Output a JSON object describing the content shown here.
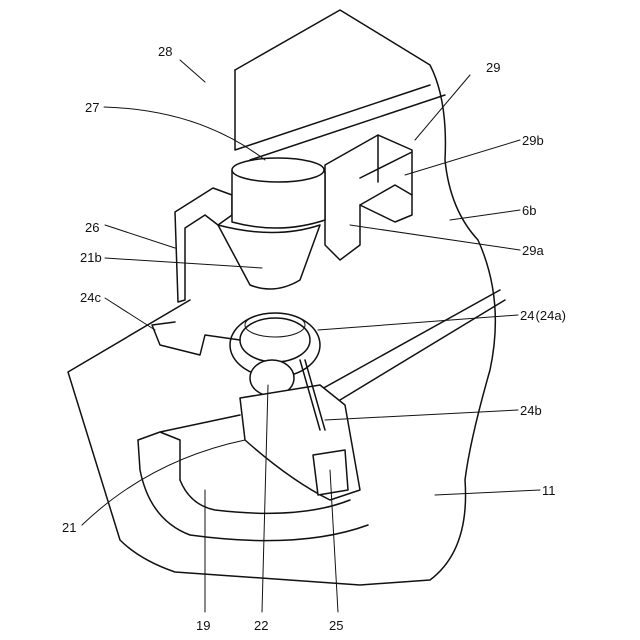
{
  "figure": {
    "stroke_color": "#111111",
    "background": "#ffffff",
    "labels": {
      "l28": "28",
      "l27": "27",
      "l29": "29",
      "l29b": "29b",
      "l6b": "6b",
      "l29a": "29a",
      "l26": "26",
      "l21b": "21b",
      "l24c": "24c",
      "l24": "24 (24a)",
      "l24b": "24b",
      "l11": "11",
      "l21": "21",
      "l19": "19",
      "l22": "22",
      "l25": "25"
    }
  }
}
